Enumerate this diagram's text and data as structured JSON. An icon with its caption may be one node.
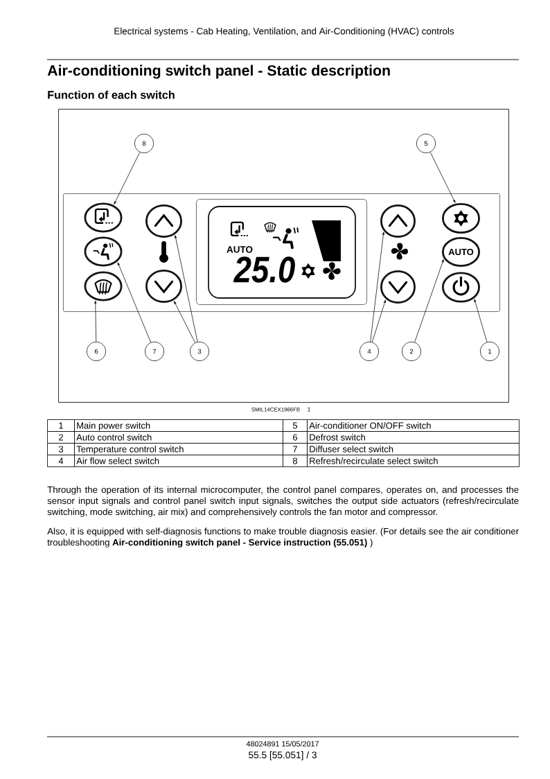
{
  "diagram": {
    "title": "Air-conditioning switch panel - Static description",
    "nodes": [
      {
        "text": [
          "8"
        ]
      },
      {
        "text": [
          "5"
        ]
      },
      {
        "text": [],
        "shape": "box"
      },
      {
        "text": [],
        "shape": "ellipse",
        "in": 2
      },
      {
        "text": [],
        "shape": "ellipse",
        "in": 2
      },
      {
        "text": [
          "AUTO",
          "25.0"
        ],
        "in": 2
      },
      {
        "text": [],
        "shape": "ellipse",
        "in": 2
      },
      {
        "text": [],
        "shape": "ellipse",
        "in": 2
      },
      {
        "text": [],
        "shape": "ellipse",
        "in": 2
      },
      {
        "text": [
          "AUTO"
        ],
        "in": 2
      },
      {
        "text": [],
        "shape": "ellipse",
        "in": 2
      },
      {
        "text": [],
        "shape": "ellipse",
        "in": 2
      },
      {
        "text": [],
        "shape": "ellipse",
        "in": 2
      },
      {
        "text": [],
        "shape": "ellipse",
        "in": 2
      },
      {
        "text": [
          "6"
        ]
      },
      {
        "text": [
          "7"
        ]
      },
      {
        "text": [
          "3"
        ]
      },
      {
        "text": [
          "4"
        ]
      },
      {
        "text": [
          "2"
        ]
      },
      {
        "text": [
          "1"
        ]
      }
    ],
    "edges": [
      {
        "from": 0,
        "to": 3,
        "arrow": "to"
      },
      {
        "from": 1,
        "to": 7,
        "arrow": "to"
      },
      {
        "from": 14,
        "to": 10,
        "arrow": "to"
      },
      {
        "from": 15,
        "to": 8,
        "arrow": "to"
      },
      {
        "from": 16,
        "to": 4,
        "arrow": "to"
      },
      {
        "from": 16,
        "to": 11,
        "arrow": "to"
      },
      {
        "from": 17,
        "to": 6,
        "arrow": "to"
      },
      {
        "from": 17,
        "to": 12,
        "arrow": "to"
      },
      {
        "from": 18,
        "to": 9,
        "arrow": "to"
      },
      {
        "from": 19,
        "to": 13,
        "arrow": "to"
      }
    ],
    "labels": [
      "Electrical systems - Cab Heating, Ventilation, and Air-Conditioning (HVAC) controls",
      "Function of each switch",
      "SMIL14CEX1966FB",
      "1",
      "1",
      "Main power switch",
      "5",
      "Air-conditioner ON/OFF switch",
      "2",
      "Auto control switch",
      "6",
      "Defrost switch",
      "3",
      "Temperature control switch",
      "7",
      "Diffuser select switch",
      "4",
      "Air flow select switch",
      "8",
      "Refresh/recirculate select switch",
      "Through the operation of its internal microcomputer, the control panel compares, operates on, and processes the sensor input signals and control panel switch input signals, switches the output side actuators (refresh/recirculate switching, mode switching, air mix) and comprehensively controls the fan motor and compressor.",
      "Also, it is equipped with self-diagnosis functions to make trouble diagnosis easier. (For details see the air conditioner troubleshooting **Air-conditioning switch panel - Service instruction (55.051)** )",
      "48024891 15/05/2017",
      "55.5 [55.051] / 3"
    ]
  }
}
